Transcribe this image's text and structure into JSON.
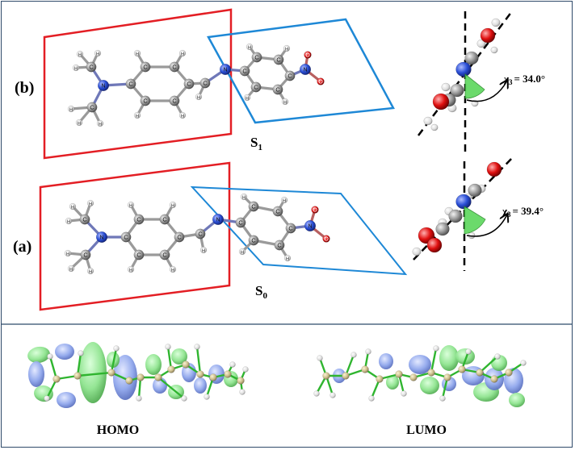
{
  "panels": {
    "b": {
      "label": "(b)",
      "state": "S",
      "state_sub": "1",
      "angle_sym": "χ",
      "angle_sub": "3",
      "angle_val": "= 34.0°"
    },
    "a": {
      "label": "(a)",
      "state": "S",
      "state_sub": "0",
      "angle_sym": "χ",
      "angle_sub": "3",
      "angle_val": "= 39.4°"
    }
  },
  "orbitals": {
    "homo": "HOMO",
    "lumo": "LUMO"
  },
  "atom_labels": {
    "carbon": "C",
    "nitrogen": "N",
    "hydrogen": "H",
    "oxygen": "O"
  },
  "colors": {
    "plane_left": "#e31e24",
    "plane_right": "#1e88d6",
    "carbon": "#8c8c8c",
    "nitrogen": "#2a4fd6",
    "oxygen": "#e01010",
    "hydrogen": "#e6e6e6",
    "orbital_positive": "#8fe48f",
    "orbital_negative": "#8fa6ec",
    "dihedral_wedge": "#5bd65b"
  }
}
